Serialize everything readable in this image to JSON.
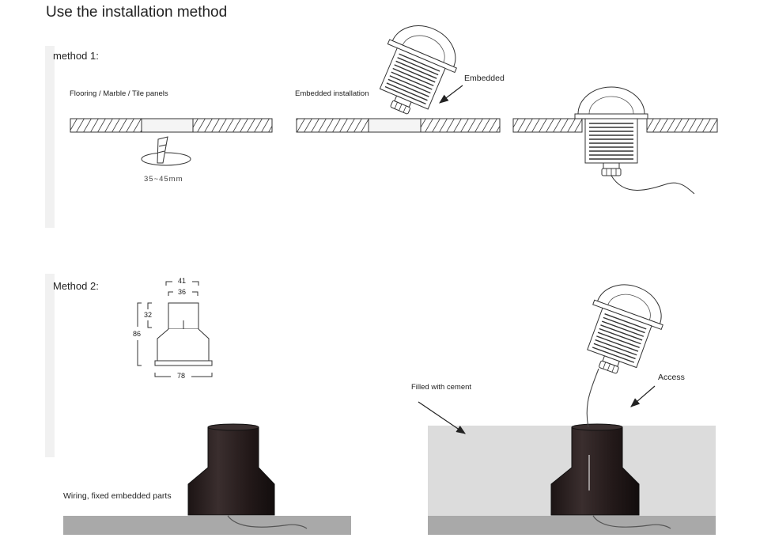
{
  "title": "Use the installation method",
  "method1": {
    "label": "method 1:",
    "flooring_label": "Flooring / Marble / Tile panels",
    "drill_size": "35~45mm",
    "embedded_installation_label": "Embedded installation",
    "embedded_arrow_label": "Embedded"
  },
  "method2": {
    "label": "Method 2:",
    "dimensions": {
      "top_outer": "41",
      "top_inner": "36",
      "upper_height": "32",
      "total_height": "86",
      "base_width": "78"
    },
    "wiring_label": "Wiring, fixed embedded parts",
    "cement_label": "Filled with cement",
    "access_label": "Access"
  }
}
